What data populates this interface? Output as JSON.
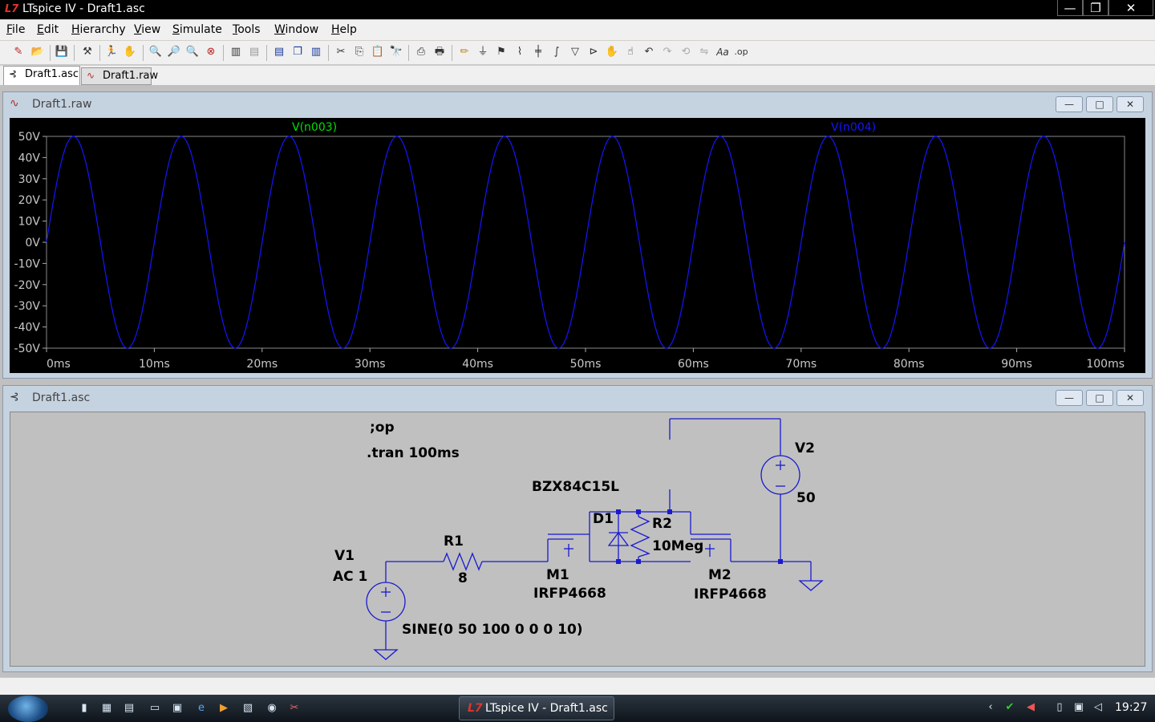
{
  "window": {
    "title": "LTspice IV - Draft1.asc",
    "min": "—",
    "max": "❐",
    "close": "✕"
  },
  "menu": [
    {
      "label": "File",
      "key": "F",
      "rest": "ile"
    },
    {
      "label": "Edit",
      "key": "E",
      "rest": "dit"
    },
    {
      "label": "Hierarchy",
      "key": "H",
      "rest": "ierarchy"
    },
    {
      "label": "View",
      "key": "V",
      "rest": "iew"
    },
    {
      "label": "Simulate",
      "key": "S",
      "rest": "imulate"
    },
    {
      "label": "Tools",
      "key": "T",
      "rest": "ools"
    },
    {
      "label": "Window",
      "key": "W",
      "rest": "indow"
    },
    {
      "label": "Help",
      "key": "H",
      "rest": "elp"
    }
  ],
  "tabs": [
    {
      "label": "Draft1.asc",
      "icon": "schematic-icon",
      "active": true
    },
    {
      "label": "Draft1.raw",
      "icon": "waveform-icon",
      "active": false
    }
  ],
  "raw_window": {
    "title": "Draft1.raw",
    "min": "—",
    "max": "□",
    "close": "✕"
  },
  "asc_window": {
    "title": "Draft1.asc",
    "min": "—",
    "max": "□",
    "close": "✕"
  },
  "chart_data": {
    "type": "line",
    "series": [
      {
        "name": "V(n003)",
        "color": "#00e000",
        "amplitude": 50,
        "frequency_hz": 100
      },
      {
        "name": "V(n004)",
        "color": "#1515ff",
        "amplitude": 50,
        "frequency_hz": 100
      }
    ],
    "xlim": [
      0,
      100
    ],
    "ylim": [
      -50,
      50
    ],
    "x_ticks": [
      "0ms",
      "10ms",
      "20ms",
      "30ms",
      "40ms",
      "50ms",
      "60ms",
      "70ms",
      "80ms",
      "90ms",
      "100ms"
    ],
    "y_ticks": [
      "50V",
      "40V",
      "30V",
      "20V",
      "10V",
      "0V",
      "-10V",
      "-20V",
      "-30V",
      "-40V",
      "-50V"
    ],
    "background": "#000000",
    "trace_color": "#1515ff"
  },
  "schematic": {
    "directives": [
      ";op",
      ".tran 100ms"
    ],
    "v1": {
      "name": "V1",
      "value": "AC 1",
      "source": "SINE(0 50 100 0 0 0 10)"
    },
    "r1": {
      "name": "R1",
      "value": "8"
    },
    "d1": {
      "name": "D1",
      "model": "BZX84C15L"
    },
    "r2": {
      "name": "R2",
      "value": "10Meg"
    },
    "m1": {
      "name": "M1",
      "model": "IRFP4668"
    },
    "m2": {
      "name": "M2",
      "model": "IRFP4668"
    },
    "v2": {
      "name": "V2",
      "value": "50"
    },
    "wire_color": "#1a1ad0"
  },
  "taskbar": {
    "task_label": "LTspice IV - Draft1.asc",
    "clock": "19:27"
  }
}
